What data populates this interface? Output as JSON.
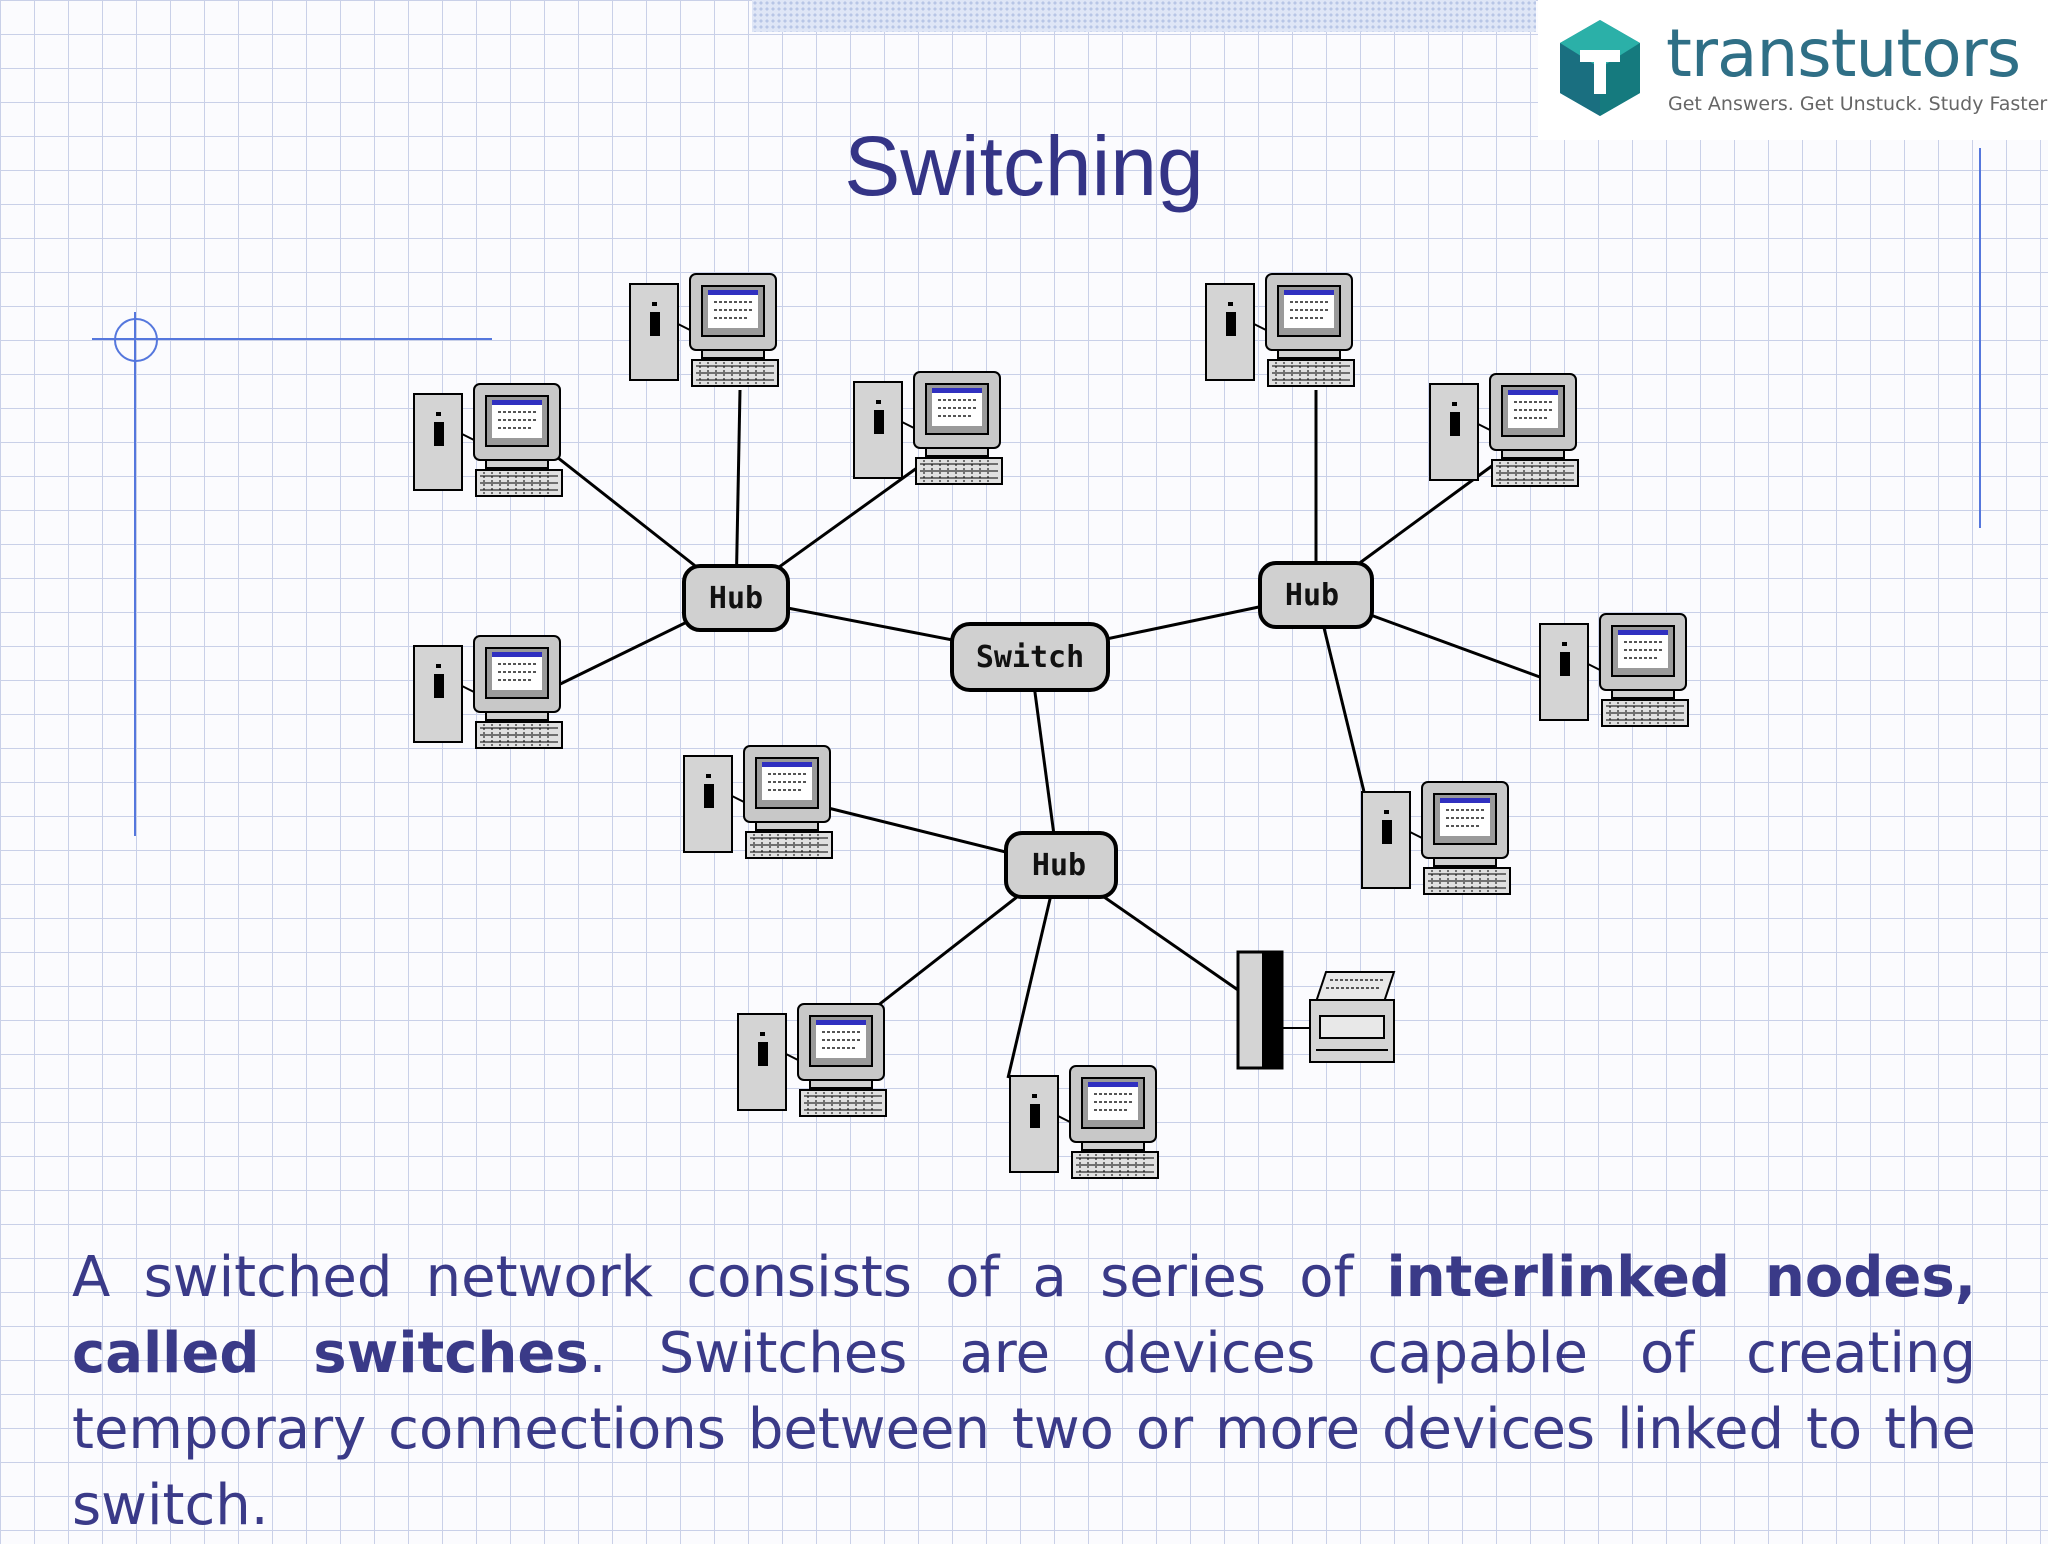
{
  "title": "Switching",
  "logo": {
    "name": "transtutors",
    "tagline": "Get Answers. Get Unstuck. Study Faster"
  },
  "diagram": {
    "switch_label": "Switch",
    "hub_label": "Hub"
  },
  "body": {
    "part1": "A switched network consists of a series of ",
    "bold1": "interlinked nodes, called switches",
    "part2": ". Switches are devices capable of creating temporary connections between two or more devices linked to the switch."
  },
  "colors": {
    "title": "#343486",
    "body_text": "#3a3a88",
    "grid": "#c9d0e8",
    "accent_line": "#5577dd",
    "logo_teal": "#2f6f86"
  }
}
